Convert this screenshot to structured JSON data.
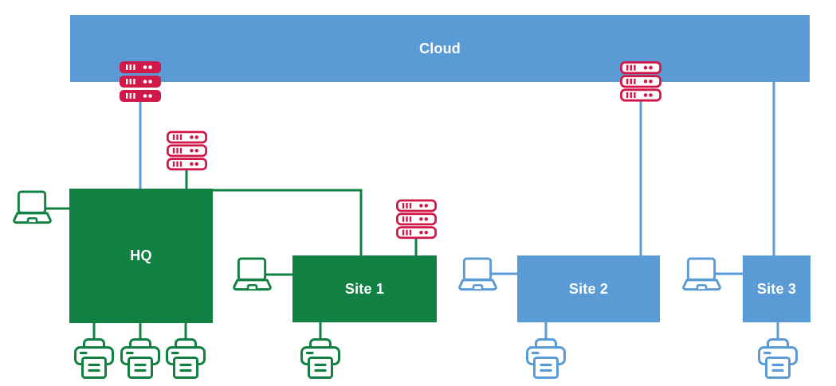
{
  "colors": {
    "blue": "#5B9BD5",
    "green": "#108043",
    "red": "#D11949",
    "label_text": "#FFFFFF",
    "canvas_bg": "#FFFFFF"
  },
  "diagram": {
    "nodes": {
      "cloud": {
        "label": "Cloud",
        "color": "#5B9BD5"
      },
      "hq": {
        "label": "HQ",
        "color": "#108043"
      },
      "site1": {
        "label": "Site 1",
        "color": "#108043"
      },
      "site2": {
        "label": "Site 2",
        "color": "#5B9BD5"
      },
      "site3": {
        "label": "Site 3",
        "color": "#5B9BD5"
      }
    },
    "device_icons": {
      "server_rack": "server-rack-icon",
      "laptop": "laptop-icon",
      "printer": "printer-icon"
    },
    "device_counts": {
      "server_racks": 4,
      "laptops": 4,
      "printers": 6
    }
  }
}
